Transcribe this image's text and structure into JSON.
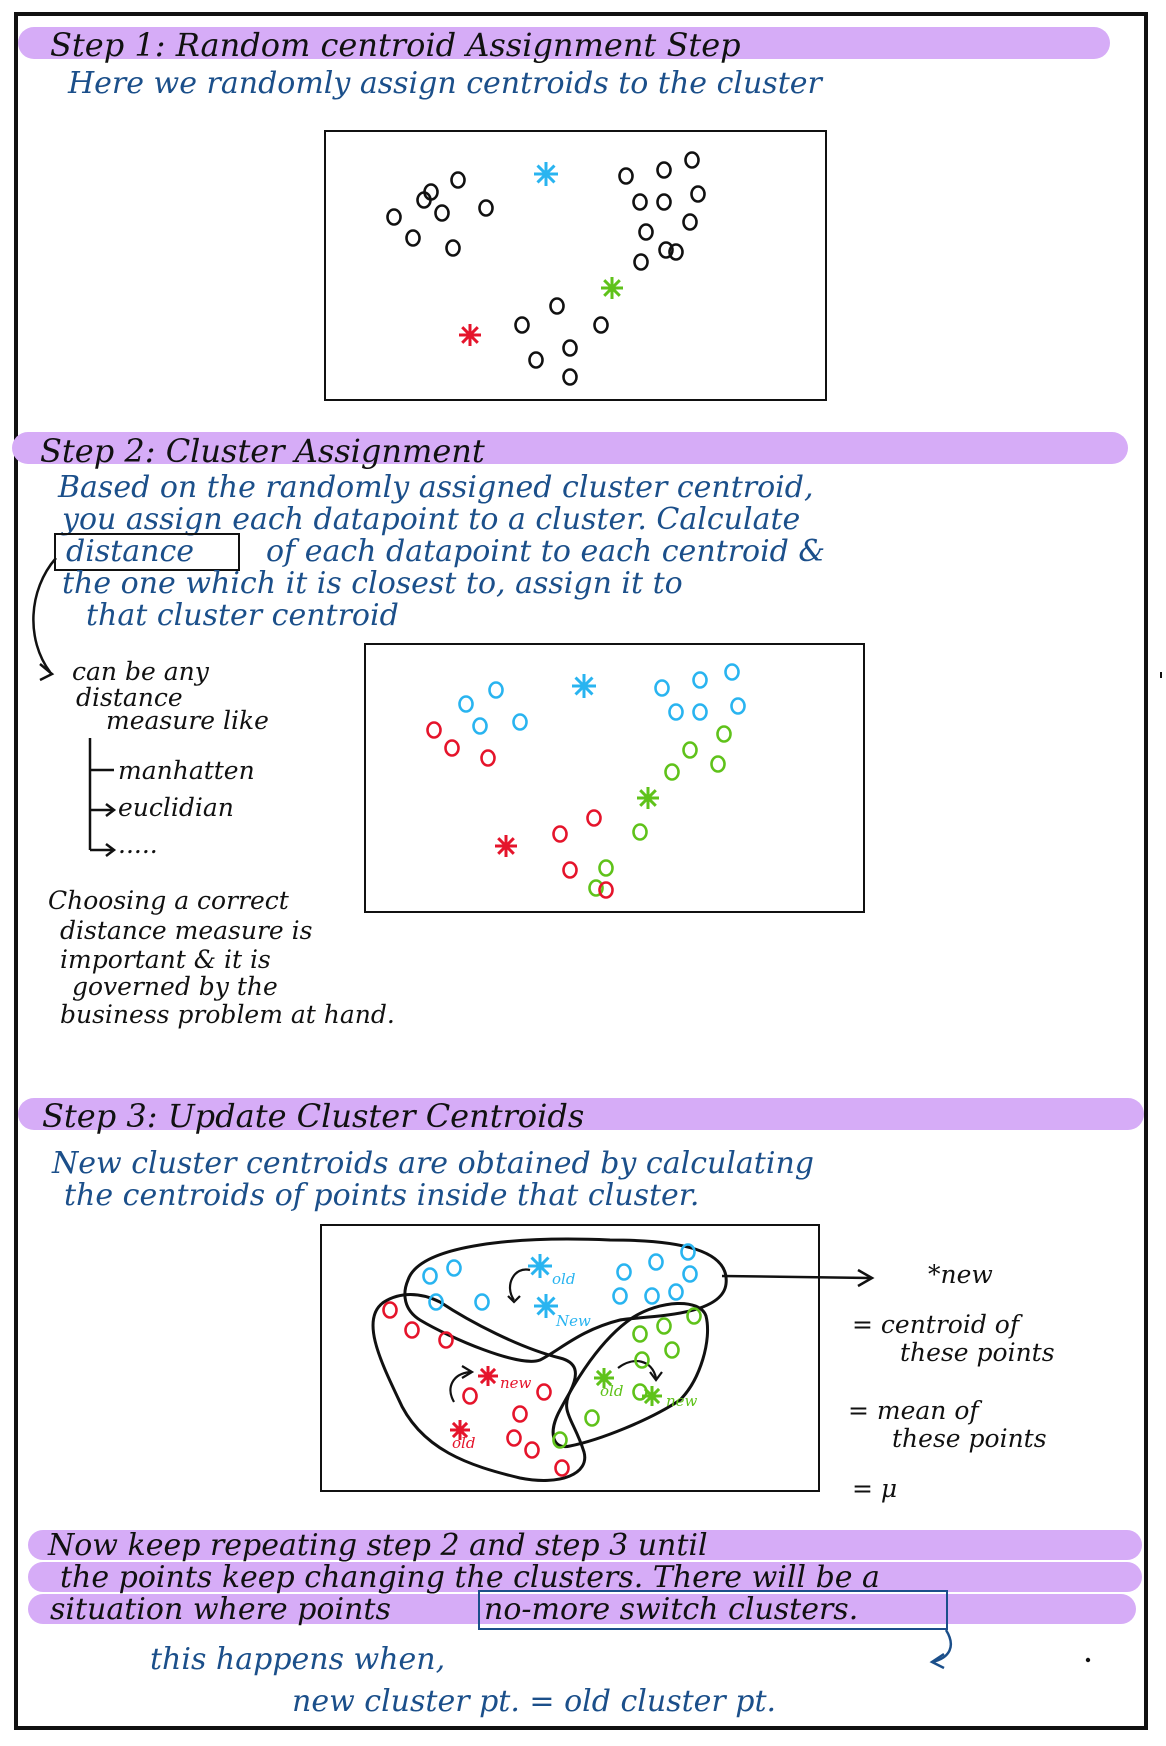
{
  "step1": {
    "title": "Step 1: Random centroid Assignment Step",
    "desc": "Here we randomly assign centroids to the cluster"
  },
  "step2": {
    "title": "Step 2: Cluster Assignment",
    "lines": [
      "Based on the randomly assigned cluster centroid,",
      "you assign each datapoint to a cluster. Calculate",
      "distance",
      "of each datapoint to each centroid &",
      "the one which it is closest to, assign it to",
      "that cluster centroid"
    ],
    "side_note": [
      "can be any",
      "distance",
      "measure like"
    ],
    "measures": [
      "manhatten",
      "euclidian",
      "....."
    ],
    "bottom_note": [
      "Choosing a correct",
      "distance measure is",
      "important & it is",
      "governed by the",
      "business problem at hand."
    ]
  },
  "step3": {
    "title": "Step 3: Update Cluster Centroids",
    "desc": [
      "New cluster centroids are obtained by calculating",
      "the centroids of points inside that cluster."
    ],
    "labels": {
      "old": "old",
      "new": "New",
      "new_lower": "new",
      "new_star": "*new"
    },
    "right_note": [
      "= centroid of",
      "these points",
      "= mean of",
      "these points",
      "= μ"
    ]
  },
  "repeat": {
    "lines": [
      "Now keep repeating step 2 and step 3 until",
      "the points keep changing the clusters. There will be a",
      "situation where points"
    ],
    "boxed": "no-more switch clusters.",
    "when": "this happens when,",
    "equation": "new cluster pt. = old cluster pt."
  },
  "colors": {
    "blue": "#29b4f0",
    "green": "#5fc21a",
    "red": "#e5142b",
    "ink": "#111111",
    "text_blue": "#1b4f8a",
    "highlight": "#d6acf7"
  }
}
